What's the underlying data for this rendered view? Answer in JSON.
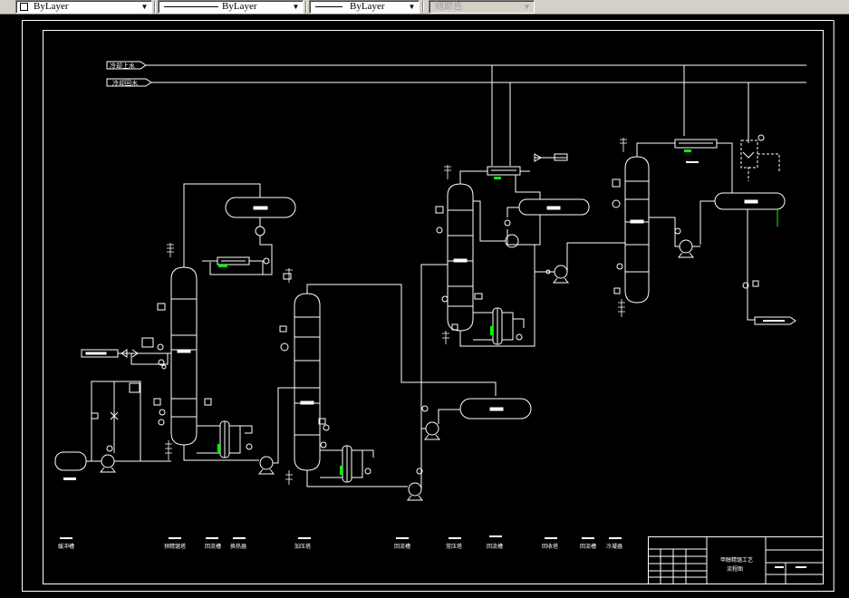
{
  "toolbar": {
    "color_control": {
      "value": "ByLayer",
      "swatch_color": "#ffffff"
    },
    "linetype_control": {
      "value": "ByLayer"
    },
    "lineweight_control": {
      "value": "ByLayer"
    },
    "plotstyle_control": {
      "value": "随颜色",
      "enabled": false
    }
  },
  "drawing": {
    "background": "#000000",
    "line_color": "#ffffff",
    "accent_color": "#00ff00",
    "utility_lines": [
      {
        "label": "冷却上水"
      },
      {
        "label": "冷却回水"
      }
    ],
    "bottom_labels": [
      "缓冲槽",
      "预精馏塔",
      "回流槽",
      "换热器",
      "加压塔",
      "回流槽",
      "常压塔",
      "回流槽",
      "回收塔",
      "回流槽",
      "冷凝器"
    ],
    "title_block": {
      "title_line1": "甲醇精馏工艺",
      "title_line2": "流程图"
    }
  }
}
